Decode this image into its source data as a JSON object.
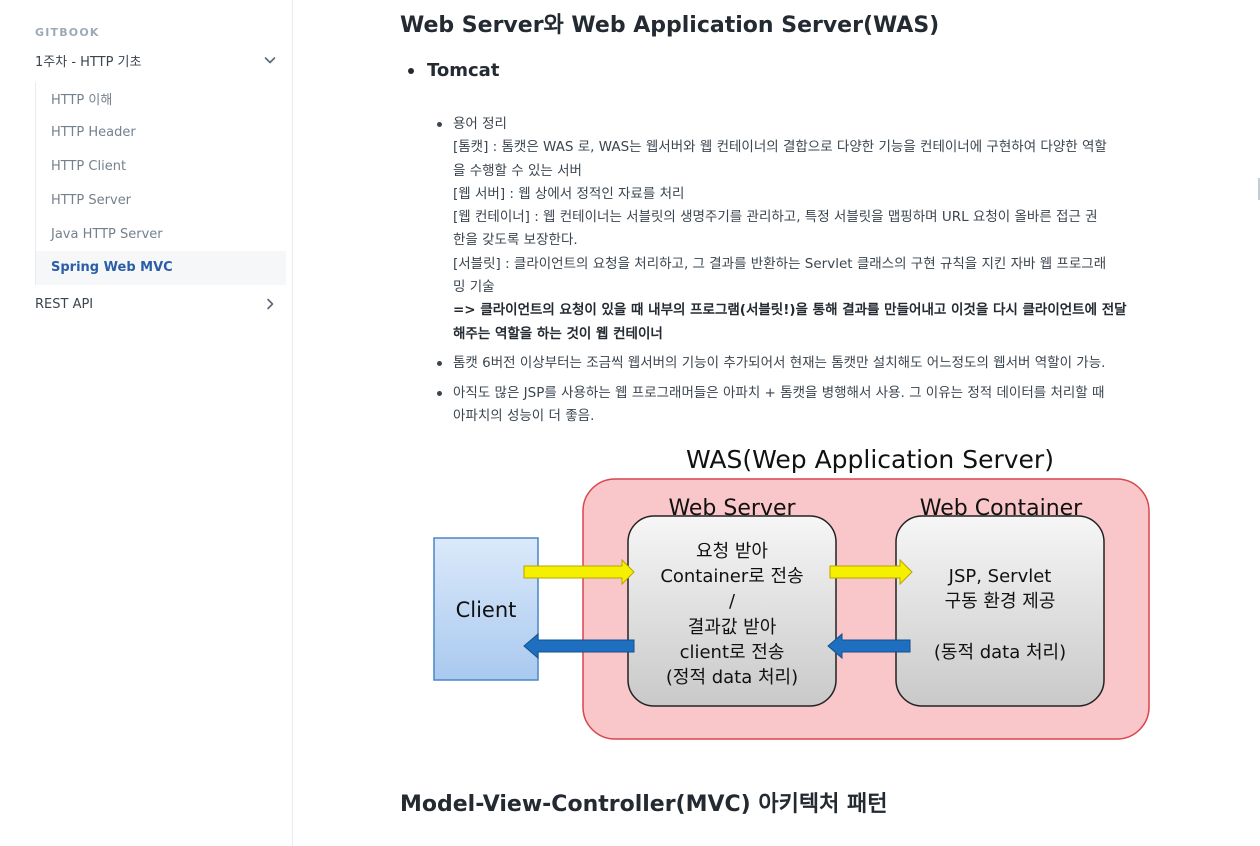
{
  "sidebar": {
    "brand": "GITBOOK",
    "group1": "1주차 - HTTP 기초",
    "items": [
      {
        "label": "HTTP 이해"
      },
      {
        "label": "HTTP Header"
      },
      {
        "label": "HTTP Client"
      },
      {
        "label": "HTTP Server"
      },
      {
        "label": "Java HTTP Server"
      },
      {
        "label": "Spring Web MVC"
      }
    ],
    "group2": "REST API"
  },
  "main": {
    "heading1": "Web Server와 Web Application Server(WAS)",
    "tomcat": "Tomcat",
    "bullet1": {
      "lines": [
        "용어 정리",
        "[톰캣] : 톰캣은 WAS 로, WAS는 웹서버와 웹 컨테이너의 결합으로 다양한 기능을 컨테이너에 구현하여 다양한 역할",
        "을 수행할 수 있는 서버",
        "[웹 서버] : 웹 상에서 정적인 자료를 처리",
        "[웹 컨테이너] : 웹 컨테이너는 서블릿의 생명주기를 관리하고, 특정 서블릿을 맵핑하며 URL 요청이 올바른 접근 권",
        "한을 갖도록 보장한다.",
        "[서블릿] :  클라이언트의 요청을 처리하고, 그 결과를 반환하는 Servlet 클래스의 구현 규칙을 지킨 자바 웹 프로그래",
        "밍 기술"
      ],
      "strong_lines": [
        "=> 클라이언트의 요청이 있을 때 내부의 프로그램(서블릿!)을 통해 결과를 만들어내고 이것을 다시 클라이언트에 전달",
        "해주는 역할을 하는 것이 웹 컨테이너"
      ]
    },
    "bullet2": "톰캣 6버전 이상부터는 조금씩 웹서버의 기능이 추가되어서 현재는 톰캣만 설치해도 어느정도의 웹서버 역할이 가능.",
    "bullet3": [
      "아직도 많은 JSP를 사용하는 웹 프로그래머들은 아파치 + 톰캣을 병행해서 사용. 그 이유는 정적 데이터를 처리할 때",
      "아파치의 성능이 더 좋음."
    ],
    "heading2": "Model-View-Controller(MVC) 아키텍처 패턴"
  },
  "diagram": {
    "title": "WAS(Wep Application Server)",
    "client": "Client",
    "web_server_title": "Web Server",
    "web_server_lines": [
      "요청 받아",
      "Container로 전송",
      "/",
      "결과값 받아",
      "client로 전송",
      "(정적 data 처리)"
    ],
    "web_container_title": "Web Container",
    "web_container_lines": [
      "JSP, Servlet",
      "구동 환경 제공",
      "(동적 data 처리)"
    ],
    "colors": {
      "was_fill": "#f9c7c9",
      "was_stroke": "#d9464c",
      "client_fill": "#c5dcf6",
      "client_stroke": "#4a86c8",
      "arrow_request": "#f5f000",
      "arrow_response": "#1e6fc0"
    }
  }
}
